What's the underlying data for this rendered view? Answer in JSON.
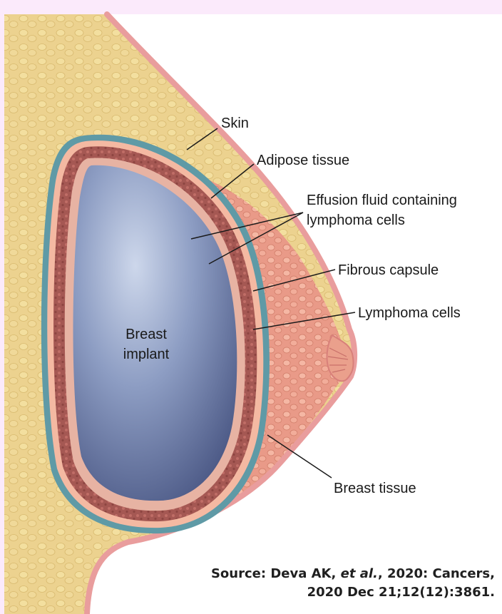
{
  "labels": {
    "skin": "Skin",
    "adipose": "Adipose tissue",
    "effusion_line1": "Effusion fluid containing",
    "effusion_line2": "lymphoma cells",
    "fibrous": "Fibrous capsule",
    "lymphoma": "Lymphoma cells",
    "implant_line1": "Breast",
    "implant_line2": "implant",
    "breast_tissue": "Breast tissue"
  },
  "source": {
    "prefix": "Source: Deva AK, ",
    "etal": "et al.",
    "suffix": ", 2020: Cancers,",
    "line2": "2020 Dec 21;12(12):3861."
  },
  "colors": {
    "page_border": "#fbeafb",
    "skin": "#e9a0a0",
    "adipose": "#ecd28f",
    "breast_tissue": "#eba08e",
    "capsule_outline": "#5f9aa6",
    "capsule_wall": "#a75a55",
    "implant": "#7e8fb6"
  }
}
